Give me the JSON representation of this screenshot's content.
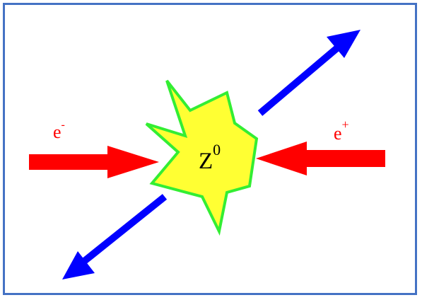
{
  "diagram": {
    "electron": {
      "symbol": "e",
      "charge": "-"
    },
    "positron": {
      "symbol": "e",
      "charge": "+"
    },
    "boson": {
      "symbol": "Z",
      "superscript": "0"
    }
  },
  "colors": {
    "frame": "#4472c4",
    "incoming_arrows": "#ff0000",
    "outgoing_arrows": "#0000ff",
    "burst_fill": "#ffff33",
    "burst_outline": "#33ee33"
  }
}
